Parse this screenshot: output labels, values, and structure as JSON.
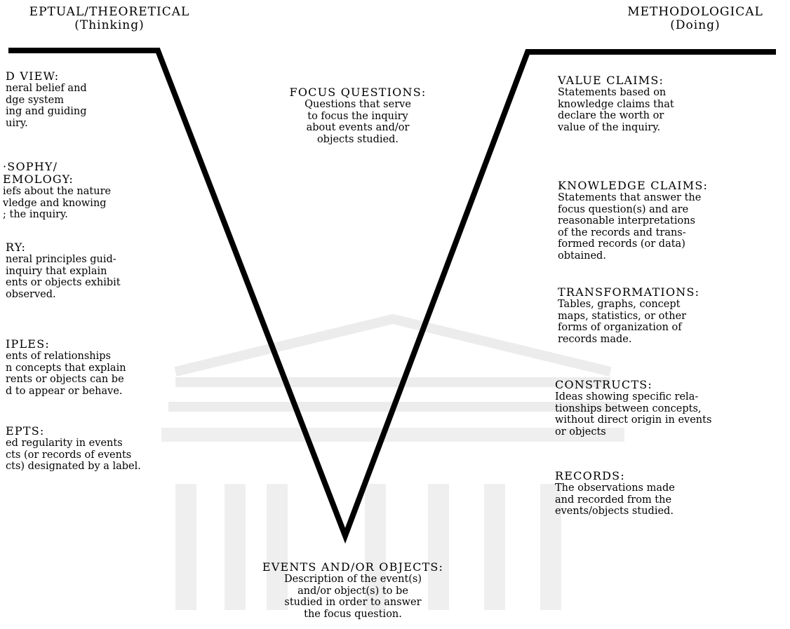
{
  "left_header": {
    "title": "EPTUAL/THEORETICAL",
    "subtitle": "(Thinking)"
  },
  "right_header": {
    "title": "METHODOLOGICAL",
    "subtitle": "(Doing)"
  },
  "focus_questions": {
    "heading": "FOCUS QUESTIONS:",
    "lines": [
      "Questions that serve",
      "to focus the inquiry",
      "about events and/or",
      "objects studied."
    ]
  },
  "events_objects": {
    "heading": "EVENTS AND/OR OBJECTS:",
    "lines": [
      "Description of the event(s)",
      "and/or object(s) to be",
      "studied in order to answer",
      "the focus question."
    ]
  },
  "left_items": [
    {
      "heading": "D VIEW:",
      "lines": [
        "neral belief and",
        "dge system",
        "ing and guiding",
        "uiry."
      ]
    },
    {
      "heading": "·SOPHY/",
      "heading2": "EMOLOGY:",
      "lines": [
        "iefs about the nature",
        "vledge and knowing",
        "; the inquiry."
      ]
    },
    {
      "heading": "RY:",
      "lines": [
        "neral principles guid-",
        " inquiry that explain",
        "ents or objects exhibit",
        " observed."
      ]
    },
    {
      "heading": "IPLES:",
      "lines": [
        "ents of relationships",
        "n concepts that explain",
        "rents or objects can be",
        "d to appear or behave."
      ]
    },
    {
      "heading": "EPTS:",
      "lines": [
        "ed regularity in events",
        "cts (or records of events",
        "cts) designated by a label."
      ]
    }
  ],
  "right_items": [
    {
      "heading": "VALUE CLAIMS:",
      "lines": [
        "Statements based on",
        "knowledge claims that",
        "declare the worth or",
        "value of the inquiry."
      ]
    },
    {
      "heading": "KNOWLEDGE CLAIMS:",
      "lines": [
        "Statements that answer the",
        "focus question(s) and are",
        "reasonable interpretations",
        "of the records and trans-",
        "formed records (or data)",
        "obtained."
      ]
    },
    {
      "heading": "TRANSFORMATIONS:",
      "lines": [
        "Tables, graphs, concept",
        "maps, statistics, or other",
        "forms of organization of",
        "records made."
      ]
    },
    {
      "heading": "CONSTRUCTS:",
      "lines": [
        "Ideas showing specific rela-",
        "tionships between concepts,",
        "without direct origin in events",
        "or objects"
      ]
    },
    {
      "heading": "RECORDS:",
      "lines": [
        "The observations made",
        "and recorded from the",
        "events/objects studied."
      ]
    }
  ]
}
